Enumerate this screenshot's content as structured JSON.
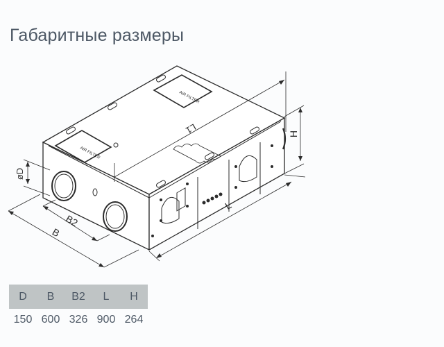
{
  "page": {
    "title": "Габаритные размеры"
  },
  "drawing": {
    "description": "Isometric line drawing of ventilation unit with dimension callouts",
    "labels": {
      "diameter": "øD",
      "b2": "B2",
      "b": "B",
      "l1": "L1",
      "l": "L",
      "h": "H"
    },
    "line_color": "#2b2b2b"
  },
  "dimensions_table": {
    "headers": [
      "D",
      "B",
      "B2",
      "L",
      "H"
    ],
    "values": [
      "150",
      "600",
      "326",
      "900",
      "264"
    ],
    "header_bg": "#bfc4c5",
    "text_color": "#4d5865"
  }
}
